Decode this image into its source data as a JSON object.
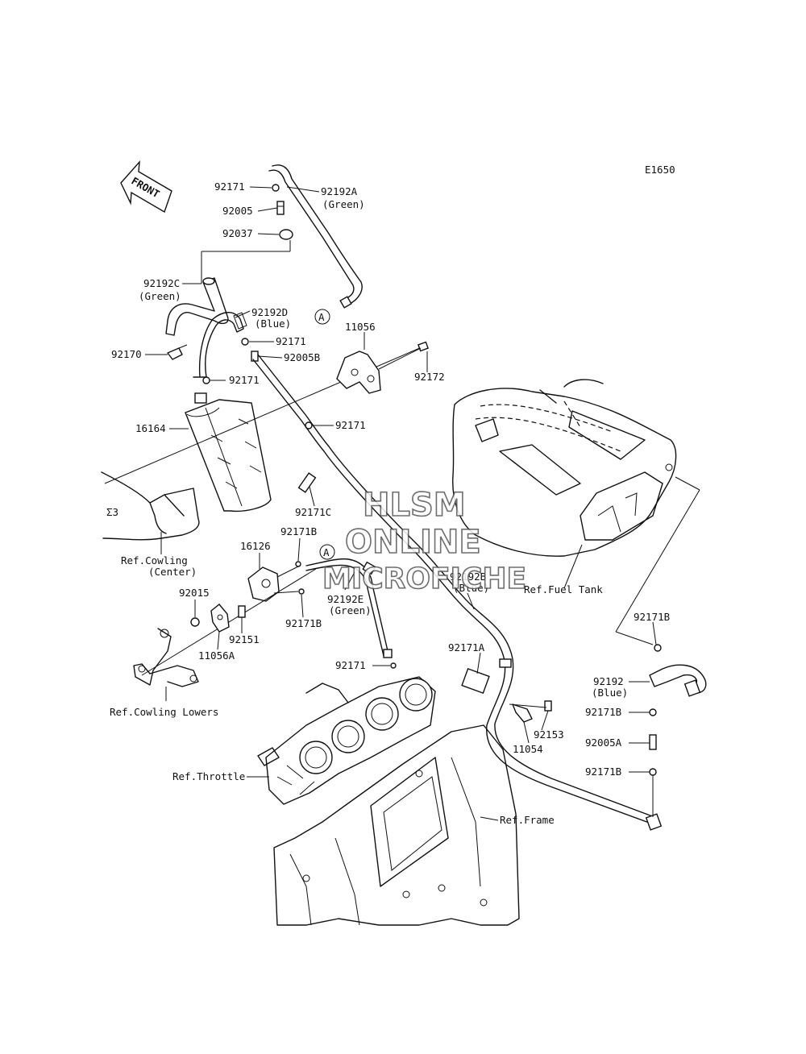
{
  "diagram": {
    "code": "E1650",
    "front_label": "FRONT",
    "watermark": [
      "HLSM",
      "ONLINE",
      "MICROFICHE"
    ],
    "circle_ref": "A",
    "labels": {
      "p92171_top": "92171",
      "p92192A": "92192A",
      "p92192A_color": "(Green)",
      "p92005": "92005",
      "p92037": "92037",
      "p92192C": "92192C",
      "p92192C_color": "(Green)",
      "p92192D": "92192D",
      "p92192D_color": "(Blue)",
      "p92171_b": "92171",
      "p11056": "11056",
      "p92170": "92170",
      "p92005B": "92005B",
      "p92172": "92172",
      "p92171_c": "92171",
      "p16164": "16164",
      "p92171_d": "92171",
      "p92171C": "92171C",
      "ref_cowling_center_1": "Ref.Cowling",
      "ref_cowling_center_2": "(Center)",
      "p92171B_a": "92171B",
      "p16126": "16126",
      "p92015": "92015",
      "p92192E": "92192E",
      "p92192E_color": "(Green)",
      "p92171B_b": "92171B",
      "p92192B": "92192B",
      "p92192B_color": "(Blue)",
      "ref_fuel_tank": "Ref.Fuel Tank",
      "p11056A": "11056A",
      "p92151": "92151",
      "p92171_e": "92171",
      "p92171A": "92171A",
      "p92171B_c": "92171B",
      "p92192": "92192",
      "p92192_color": "(Blue)",
      "ref_cowling_lowers": "Ref.Cowling Lowers",
      "p92153": "92153",
      "p11054": "11054",
      "p92171B_d": "92171B",
      "p92005A": "92005A",
      "p92171B_e": "92171B",
      "ref_throttle": "Ref.Throttle",
      "ref_frame": "Ref.Frame"
    }
  }
}
